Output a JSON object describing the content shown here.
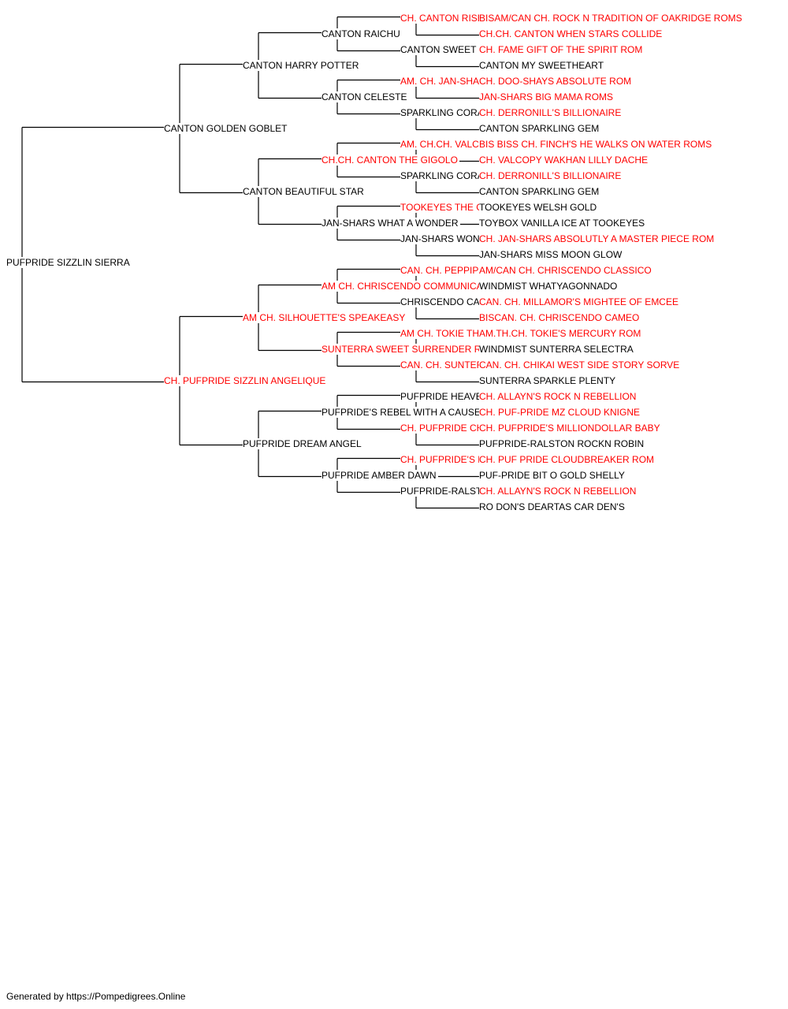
{
  "colors": {
    "champion": "#ff0000",
    "regular": "#000000",
    "connector": "#000000"
  },
  "pedigree": {
    "name": "PUFPRIDE SIZZLIN SIERRA",
    "champion": false,
    "sire": {
      "name": "CANTON GOLDEN GOBLET",
      "champion": false,
      "sire": {
        "name": "CANTON HARRY POTTER",
        "champion": false,
        "sire": {
          "name": "CANTON RAICHU",
          "champion": false,
          "sire": {
            "name": "CH. CANTON RISE TO THE CALL",
            "champion": true,
            "sire": {
              "name": "BISAM/CAN CH. ROCK N TRADITION OF OAKRIDGE ROMS",
              "champion": true
            },
            "dam": {
              "name": "CH.CH. CANTON WHEN STARS COLLIDE",
              "champion": true
            }
          },
          "dam": {
            "name": "CANTON SWEET GIFT OF FAME",
            "champion": false,
            "sire": {
              "name": "CH. FAME GIFT OF THE SPIRIT ROM",
              "champion": true
            },
            "dam": {
              "name": "CANTON MY SWEETHEART",
              "champion": false
            }
          }
        },
        "dam": {
          "name": "CANTON CELESTE",
          "champion": false,
          "sire": {
            "name": "AM. CH. JAN-SHARS HARLEY DAVIDSON",
            "champion": true,
            "sire": {
              "name": "CH. DOO-SHAYS ABSOLUTE ROM",
              "champion": true
            },
            "dam": {
              "name": "JAN-SHARS BIG MAMA ROMS",
              "champion": true
            }
          },
          "dam": {
            "name": "SPARKLING CORAL OF CANTON",
            "champion": false,
            "sire": {
              "name": "CH. DERRONILL'S BILLIONAIRE",
              "champion": true
            },
            "dam": {
              "name": "CANTON SPARKLING GEM",
              "champion": false
            }
          }
        }
      },
      "dam": {
        "name": "CANTON BEAUTIFUL STAR",
        "champion": false,
        "sire": {
          "name": "CH.CH. CANTON THE GIGOLO",
          "champion": true,
          "sire": {
            "name": "AM. CH.CH. VALCOPY WAKHAN VALENTINO ROMX",
            "champion": true,
            "sire": {
              "name": "BIS BISS CH. FINCH'S HE WALKS ON WATER ROMS",
              "champion": true
            },
            "dam": {
              "name": "CH. VALCOPY WAKHAN LILLY DACHE",
              "champion": true
            }
          },
          "dam": {
            "name": "SPARKLING CORAL OF CANTON",
            "champion": false,
            "sire": {
              "name": "CH. DERRONILL'S BILLIONAIRE",
              "champion": true
            },
            "dam": {
              "name": "CANTON SPARKLING GEM",
              "champion": false
            }
          }
        },
        "dam": {
          "name": "JAN-SHARS WHAT A WONDER",
          "champion": false,
          "sire": {
            "name": "TOOKEYES THE GOLDSMITH ROMX",
            "champion": true,
            "sire": {
              "name": "TOOKEYES WELSH GOLD",
              "champion": false
            },
            "dam": {
              "name": "TOYBOX VANILLA ICE AT TOOKEYES",
              "champion": false
            }
          },
          "dam": {
            "name": "JAN-SHARS WONDER WOMAN",
            "champion": false,
            "sire": {
              "name": "CH. JAN-SHARS ABSOLUTLY A MASTER PIECE ROM",
              "champion": true
            },
            "dam": {
              "name": "JAN-SHARS MISS MOON GLOW",
              "champion": false
            }
          }
        }
      }
    },
    "dam": {
      "name": "CH. PUFPRIDE SIZZLIN ANGELIQUE",
      "champion": true,
      "sire": {
        "name": "AM CH. SILHOUETTE'S SPEAKEASY",
        "champion": true,
        "sire": {
          "name": "AM CH. CHRISCENDO COMMUNICADO ROMX",
          "champion": true,
          "sire": {
            "name": "CAN. CH. PEPPIPOMS CLASSICALLY YOURS ROM",
            "champion": true,
            "sire": {
              "name": "AM/CAN CH. CHRISCENDO CLASSICO",
              "champion": true
            },
            "dam": {
              "name": "WINDMIST WHATYAGONNADO",
              "champion": false
            }
          },
          "dam": {
            "name": "CHRISCENDO CAMEO ROSE",
            "champion": false,
            "sire": {
              "name": "CAN. CH. MILLAMOR'S MIGHTEE OF EMCEE",
              "champion": true
            },
            "dam": {
              "name": "BISCAN. CH. CHRISCENDO CAMEO",
              "champion": true
            }
          }
        },
        "dam": {
          "name": "SUNTERRA SWEET SURRENDER ROMX",
          "champion": true,
          "sire": {
            "name": "AM CH. TOKIE THE LEGEND CONTINUES ROM",
            "champion": true,
            "sire": {
              "name": "AM.TH.CH. TOKIE'S MERCURY ROM",
              "champion": true
            },
            "dam": {
              "name": "WINDMIST SUNTERRA SELECTRA",
              "champion": false
            }
          },
          "dam": {
            "name": "CAN. CH. SUNTERRA SUGAR FIX",
            "champion": true,
            "sire": {
              "name": "CAN. CH. CHIKAI WEST SIDE STORY SORVE",
              "champion": true
            },
            "dam": {
              "name": "SUNTERRA SPARKLE PLENTY",
              "champion": false
            }
          }
        }
      },
      "dam": {
        "name": "PUFPRIDE DREAM ANGEL",
        "champion": false,
        "sire": {
          "name": "PUFPRIDE'S REBEL WITH A CAUSE",
          "champion": false,
          "sire": {
            "name": "PUFPRIDE HEAVENLY REBEL",
            "champion": false,
            "sire": {
              "name": "CH. ALLAYN'S ROCK N REBELLION",
              "champion": true
            },
            "dam": {
              "name": "CH. PUF-PRIDE MZ CLOUD KNIGNE",
              "champion": true
            }
          },
          "dam": {
            "name": "CH. PUFPRIDE CHERRI JUBILEE",
            "champion": true,
            "sire": {
              "name": "CH. PUFPRIDE'S MILLIONDOLLAR BABY",
              "champion": true
            },
            "dam": {
              "name": "PUFPRIDE-RALSTON ROCKN ROBIN",
              "champion": false
            }
          }
        },
        "dam": {
          "name": "PUFPRIDE AMBER DAWN",
          "champion": false,
          "sire": {
            "name": "CH. PUFPRIDE'S MILLIONDOLLAR BABY",
            "champion": true,
            "sire": {
              "name": "CH. PUF PRIDE CLOUDBREAKER ROM",
              "champion": true
            },
            "dam": {
              "name": "PUF-PRIDE BIT O GOLD SHELLY",
              "champion": false
            }
          },
          "dam": {
            "name": "PUFPRIDE-RALSTON ROCKN ROBIN",
            "champion": false,
            "sire": {
              "name": "CH. ALLAYN'S ROCK N REBELLION",
              "champion": true
            },
            "dam": {
              "name": "RO DON'S DEARTAS CAR DEN'S",
              "champion": false
            }
          }
        }
      }
    }
  },
  "footer": "Generated by https://Pompedigrees.Online"
}
